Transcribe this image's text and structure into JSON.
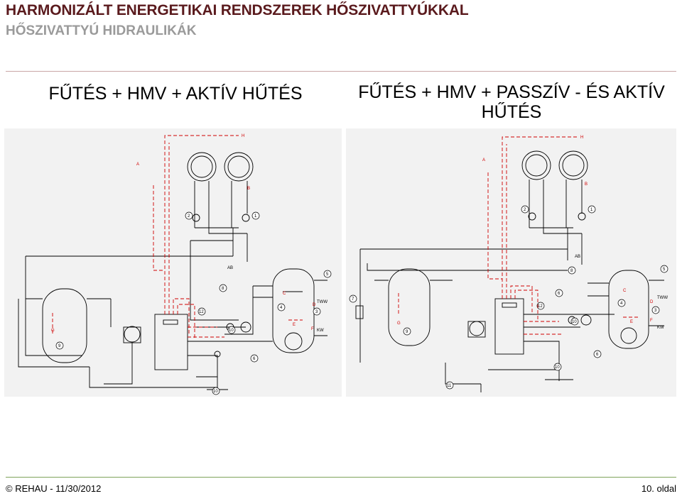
{
  "header": {
    "title": "HARMONIZÁLT ENERGETIKAI RENDSZEREK HŐSZIVATTYÚKKAL",
    "subtitle": "HŐSZIVATTYÚ HIDRAULIKÁK"
  },
  "columns": [
    {
      "heading": "FŰTÉS + HMV + AKTÍV HŰTÉS"
    },
    {
      "heading": "FŰTÉS + HMV + PASSZÍV - ÉS AKTÍV HŰTÉS"
    }
  ],
  "diagrams": {
    "left": {
      "letters": {
        "a": "A",
        "b": "B",
        "c": "C",
        "d": "D",
        "e": "E",
        "f": "F",
        "g": "G",
        "h": "H",
        "ab": "AB",
        "tww": "TWW",
        "kw": "KW"
      },
      "numbers": {
        "n1": "1",
        "n2": "2",
        "n3": "3",
        "n4": "4",
        "n5": "5",
        "n6": "6",
        "n8": "8",
        "n9": "9",
        "n10": "10",
        "n12": "12"
      }
    },
    "right": {
      "letters": {
        "a": "A",
        "b": "B",
        "c": "C",
        "d": "D",
        "e": "E",
        "f": "F",
        "g": "G",
        "h": "H",
        "ab": "AB",
        "tww": "TWW",
        "kw": "KW"
      },
      "numbers": {
        "n1": "1",
        "n2": "2",
        "n3": "3",
        "n4": "4",
        "n5": "5",
        "n6": "6",
        "n7": "7",
        "n8": "8",
        "n9": "9",
        "n10": "10",
        "n11": "11",
        "n12": "12"
      }
    }
  },
  "colors": {
    "title": "#5a1a1d",
    "subtitle": "#9a9a9a",
    "pipe_red": "#d00000",
    "panel_bg": "#f2f2f2",
    "footer_rule": "#7fa35a"
  },
  "footer": {
    "copyright": "© REHAU - 11/30/2012",
    "page": "10. oldal"
  }
}
